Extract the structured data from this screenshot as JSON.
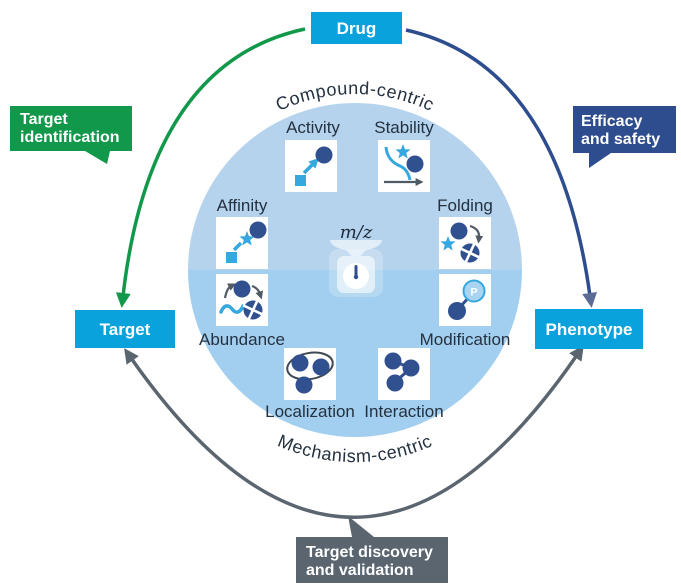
{
  "figure": {
    "nodes": {
      "drug": "Drug",
      "target": "Target",
      "phenotype": "Phenotype"
    },
    "callouts": {
      "target_identification": {
        "line1": "Target",
        "line2": "identification"
      },
      "efficacy_safety": {
        "line1": "Efficacy",
        "line2": "and safety"
      },
      "target_discovery": {
        "line1": "Target discovery",
        "line2": "and validation"
      }
    },
    "hemispheres": {
      "top": "Compound-centric",
      "bottom": "Mechanism-centric"
    },
    "center": {
      "label": "m/z",
      "icon": "mass-spectrometry-scale-icon"
    },
    "properties": {
      "activity": "Activity",
      "stability": "Stability",
      "affinity": "Affinity",
      "folding": "Folding",
      "abundance": "Abundance",
      "modification": "Modification",
      "localization": "Localization",
      "interaction": "Interaction"
    },
    "modification_tag": "P",
    "icons": {
      "activity": "drug-binding-activity-icon",
      "stability": "thermal-stability-curve-icon",
      "affinity": "ligand-affinity-icon",
      "folding": "protein-folding-icon",
      "abundance": "protein-abundance-icon",
      "modification": "phosphorylation-icon",
      "localization": "subcellular-localization-icon",
      "interaction": "protein-interaction-network-icon"
    },
    "colors": {
      "node_cyan": "#0aa2dc",
      "green": "#12984a",
      "navy": "#2e4d8e",
      "gray": "#5a6570",
      "circle_top": "#b5d3ed",
      "circle_bottom": "#a2cfef",
      "icon_navy": "#31508f",
      "icon_cyan": "#35a8e0",
      "label_dark": "#243140"
    }
  }
}
